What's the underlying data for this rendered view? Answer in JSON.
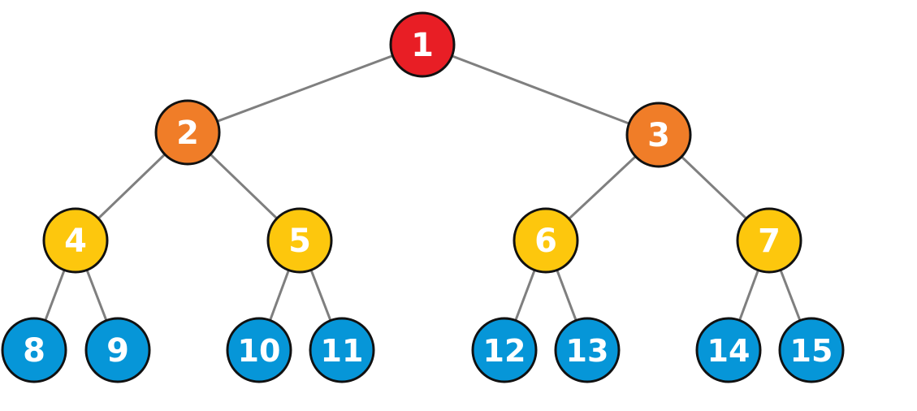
{
  "diagram": {
    "type": "binary-tree",
    "level_colors": [
      "#e81e25",
      "#f07d28",
      "#fdc70d",
      "#0696d8"
    ],
    "nodes": [
      {
        "id": "1",
        "label": "1",
        "level": 0,
        "parent": null
      },
      {
        "id": "2",
        "label": "2",
        "level": 1,
        "parent": "1"
      },
      {
        "id": "3",
        "label": "3",
        "level": 1,
        "parent": "1"
      },
      {
        "id": "4",
        "label": "4",
        "level": 2,
        "parent": "2"
      },
      {
        "id": "5",
        "label": "5",
        "level": 2,
        "parent": "2"
      },
      {
        "id": "6",
        "label": "6",
        "level": 2,
        "parent": "3"
      },
      {
        "id": "7",
        "label": "7",
        "level": 2,
        "parent": "3"
      },
      {
        "id": "8",
        "label": "8",
        "level": 3,
        "parent": "4"
      },
      {
        "id": "9",
        "label": "9",
        "level": 3,
        "parent": "4"
      },
      {
        "id": "10",
        "label": "10",
        "level": 3,
        "parent": "5"
      },
      {
        "id": "11",
        "label": "11",
        "level": 3,
        "parent": "5"
      },
      {
        "id": "12",
        "label": "12",
        "level": 3,
        "parent": "6"
      },
      {
        "id": "13",
        "label": "13",
        "level": 3,
        "parent": "6"
      },
      {
        "id": "14",
        "label": "14",
        "level": 3,
        "parent": "7"
      },
      {
        "id": "15",
        "label": "15",
        "level": 3,
        "parent": "7"
      }
    ],
    "edge_color": "#7f7f7f",
    "node_border_color": "#111111",
    "label_color": "#ffffff"
  }
}
